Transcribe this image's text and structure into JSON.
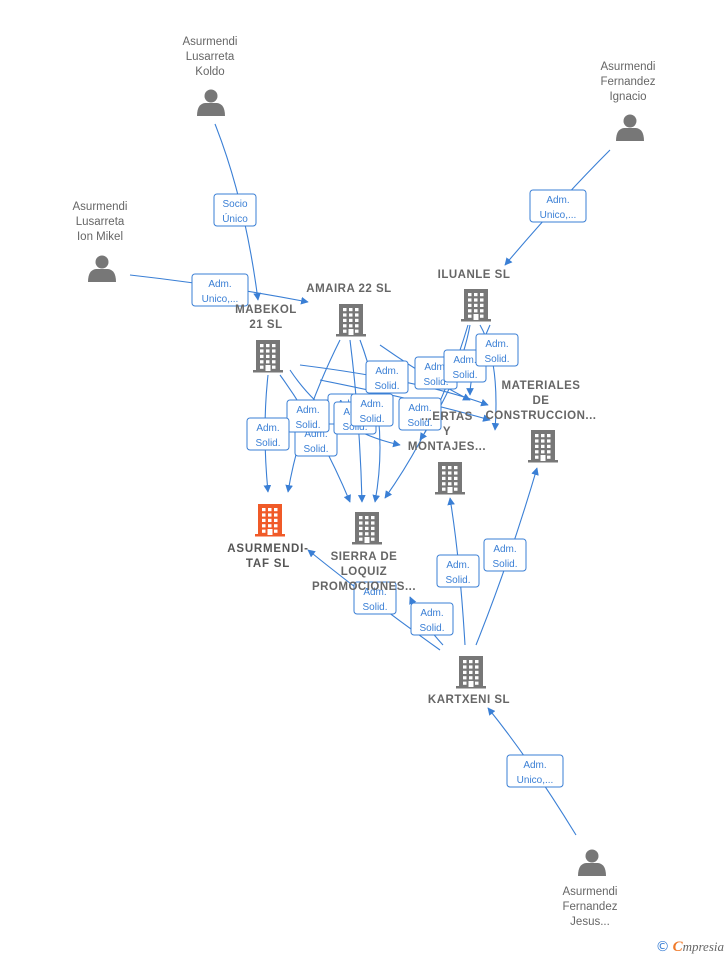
{
  "diagram": {
    "persons": [
      {
        "id": "koldo",
        "lines": [
          "Asurmendi",
          "Lusarreta",
          "Koldo"
        ]
      },
      {
        "id": "ignacio",
        "lines": [
          "Asurmendi",
          "Fernandez",
          "Ignacio"
        ]
      },
      {
        "id": "ionmikel",
        "lines": [
          "Asurmendi",
          "Lusarreta",
          "Ion Mikel"
        ]
      },
      {
        "id": "jesus",
        "lines": [
          "Asurmendi",
          "Fernandez",
          "Jesus..."
        ]
      }
    ],
    "companies": [
      {
        "id": "amaira",
        "lines": [
          "AMAIRA 22  SL"
        ]
      },
      {
        "id": "iluanle",
        "lines": [
          "ILUANLE  SL"
        ]
      },
      {
        "id": "mabekol",
        "lines": [
          "MABEKOL",
          "21  SL"
        ]
      },
      {
        "id": "materiales",
        "lines": [
          "MATERIALES",
          "DE",
          "CONSTRUCCION..."
        ]
      },
      {
        "id": "puertas",
        "lines": [
          "...ERTAS",
          "Y",
          "MONTAJES..."
        ]
      },
      {
        "id": "asurmendi_taf",
        "lines": [
          "ASURMENDI-",
          "TAF  SL"
        ],
        "focus": true
      },
      {
        "id": "sierra",
        "lines": [
          "SIERRA DE",
          "LOQUIZ",
          "PROMOCIONES..."
        ]
      },
      {
        "id": "kartxeni",
        "lines": [
          "KARTXENI  SL"
        ]
      }
    ],
    "edge_labels": [
      {
        "id": "e-koldo",
        "lines": [
          "Socio",
          "Único"
        ]
      },
      {
        "id": "e-ignacio",
        "lines": [
          "Adm.",
          "Unico,..."
        ]
      },
      {
        "id": "e-ionmikel",
        "lines": [
          "Adm.",
          "Unico,..."
        ]
      },
      {
        "id": "e-jesus",
        "lines": [
          "Adm.",
          "Unico,..."
        ]
      },
      {
        "id": "e-1",
        "lines": [
          "Adm.",
          "Solid."
        ]
      },
      {
        "id": "e-2",
        "lines": [
          "Adm.",
          "Solid."
        ]
      },
      {
        "id": "e-3",
        "lines": [
          "Adm.",
          "Solid."
        ]
      },
      {
        "id": "e-4",
        "lines": [
          "Adm.",
          "Solid."
        ]
      },
      {
        "id": "e-5",
        "lines": [
          "Adm.",
          "Solid."
        ]
      },
      {
        "id": "e-6",
        "lines": [
          "Adm.",
          "Solid."
        ]
      },
      {
        "id": "e-7",
        "lines": [
          "Adm.",
          "Solid."
        ]
      },
      {
        "id": "e-8",
        "lines": [
          "Adm.",
          "Solid."
        ]
      },
      {
        "id": "e-9",
        "lines": [
          "Adm.",
          "Solid."
        ]
      },
      {
        "id": "e-10",
        "lines": [
          "Adm.",
          "Solid."
        ]
      },
      {
        "id": "e-11",
        "lines": [
          "Adm.",
          "Solid."
        ]
      },
      {
        "id": "e-12",
        "lines": [
          "Adm.",
          "Solid."
        ]
      },
      {
        "id": "e-13",
        "lines": [
          "Adm.",
          "Solid."
        ]
      },
      {
        "id": "e-14",
        "lines": [
          "Adm.",
          "Solid."
        ]
      },
      {
        "id": "e-15",
        "lines": [
          "Adm.",
          "Solid."
        ]
      },
      {
        "id": "e-16",
        "lines": [
          "Adm.",
          "Solid."
        ]
      }
    ]
  },
  "colors": {
    "edge": "#3a7fd5",
    "person_icon": "#777777",
    "company_icon": "#777777",
    "focus_icon": "#f05a28"
  },
  "footer": {
    "copyright_symbol": "©",
    "brand_initial": "C",
    "brand_rest": "mpresia"
  }
}
